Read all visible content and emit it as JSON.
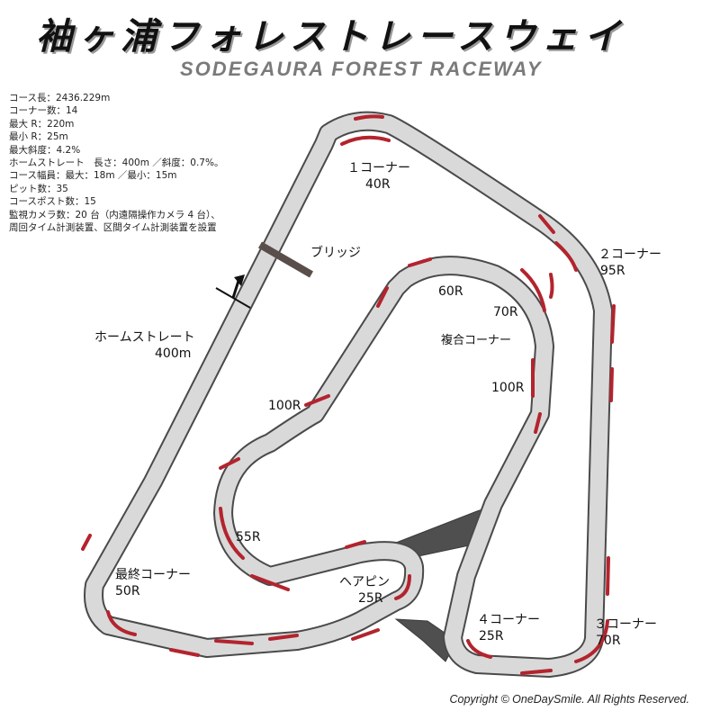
{
  "title_jp": "袖ヶ浦フォレストレースウェイ",
  "title_en": "SODEGAURA FOREST RACEWAY",
  "specs": [
    "コース長：2436.229m",
    "コーナー数：14",
    "最大 R：220m",
    "最小 R：25m",
    "最大斜度：4.2%",
    "ホームストレート　長さ：400m ／斜度：0.7%。",
    "コース幅員：最大：18m ／最小：15m",
    "ピット数：35",
    "コースポスト数：15",
    "監視カメラ数：20 台（内遠隔操作カメラ 4 台）、",
    "周回タイム計測装置、区間タイム計測装置を設置"
  ],
  "labels": {
    "corner1": "１コーナー",
    "corner1_r": "40R",
    "bridge": "ブリッジ",
    "corner2": "２コーナー",
    "corner2_r": "95R",
    "r60": "60R",
    "r70": "70R",
    "complex": "複合コーナー",
    "r100_right": "100R",
    "home_straight": "ホームストレート",
    "home_straight_len": "400m",
    "r100_left": "100R",
    "r55": "55R",
    "final_corner": "最終コーナー",
    "final_corner_r": "50R",
    "hairpin": "ヘアピン",
    "hairpin_r": "25R",
    "corner4": "４コーナー",
    "corner4_r": "25R",
    "corner3": "３コーナー",
    "corner3_r": "70R"
  },
  "copyright": "Copyright © OneDaySmile. All Rights Reserved.",
  "colors": {
    "track": "#d9d9d9",
    "track_edge": "#4a4a4a",
    "curb": "#b3242e",
    "connector": "#4f4f4f",
    "bridge": "#5a4e4a"
  }
}
